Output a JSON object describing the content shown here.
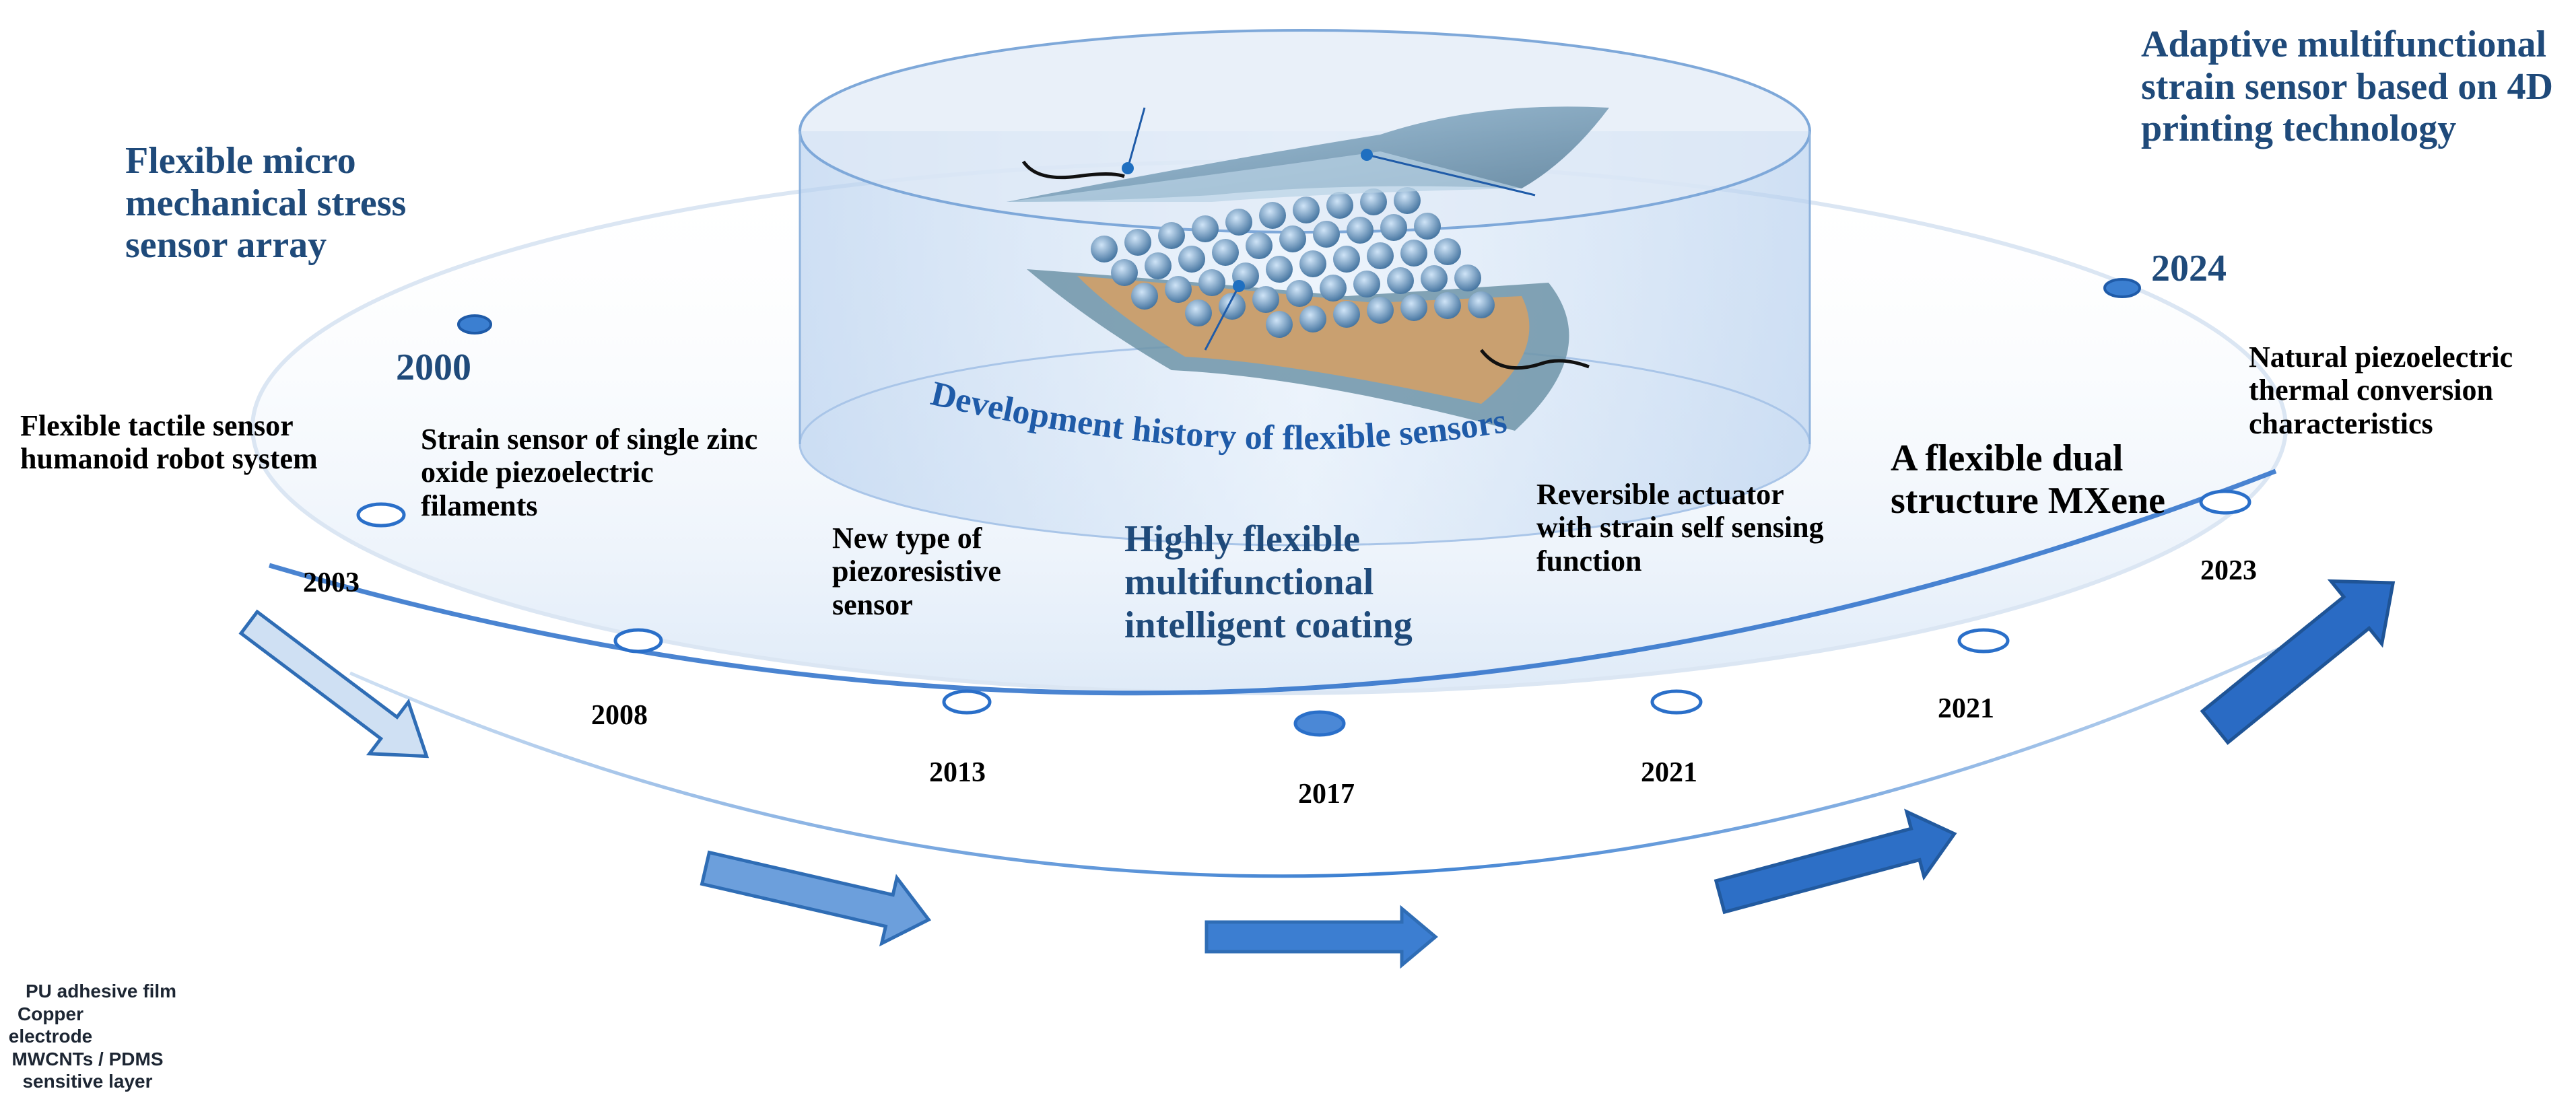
{
  "diagram": {
    "center_title": "Development history of flexible sensors",
    "inner_labels": {
      "pu_film": "PU adhesive film",
      "copper": "Copper electrode",
      "mwcnt": "MWCNTs / PDMS sensitive layer"
    },
    "milestones": [
      {
        "year": "2000",
        "text": "Flexible micro mechanical stress sensor array"
      },
      {
        "year": "2003",
        "text": "Flexible tactile sensor humanoid robot system"
      },
      {
        "year": "2008",
        "text": "Strain sensor of single zinc oxide piezoelectric filaments"
      },
      {
        "year": "2013",
        "text": "New type of piezoresistive sensor"
      },
      {
        "year": "2017",
        "text": "Highly flexible multifunctional intelligent coating"
      },
      {
        "year": "2021",
        "text": "Reversible actuator with strain self sensing function"
      },
      {
        "year": "2021",
        "text": "A flexible dual structure MXene"
      },
      {
        "year": "2023",
        "text": "Natural piezoelectric thermal conversion characteristics"
      },
      {
        "year": "2024",
        "text": "Adaptive multifunctional strain sensor based on 4D printing technology"
      }
    ]
  },
  "colors": {
    "title_blue": "#1f4a7a",
    "ring_blue": "#2a6fc9",
    "cylinder_fill": "#cfe0f4",
    "arrow_light": "#cfe0f3",
    "arrow_dark": "#2a6fc9"
  }
}
